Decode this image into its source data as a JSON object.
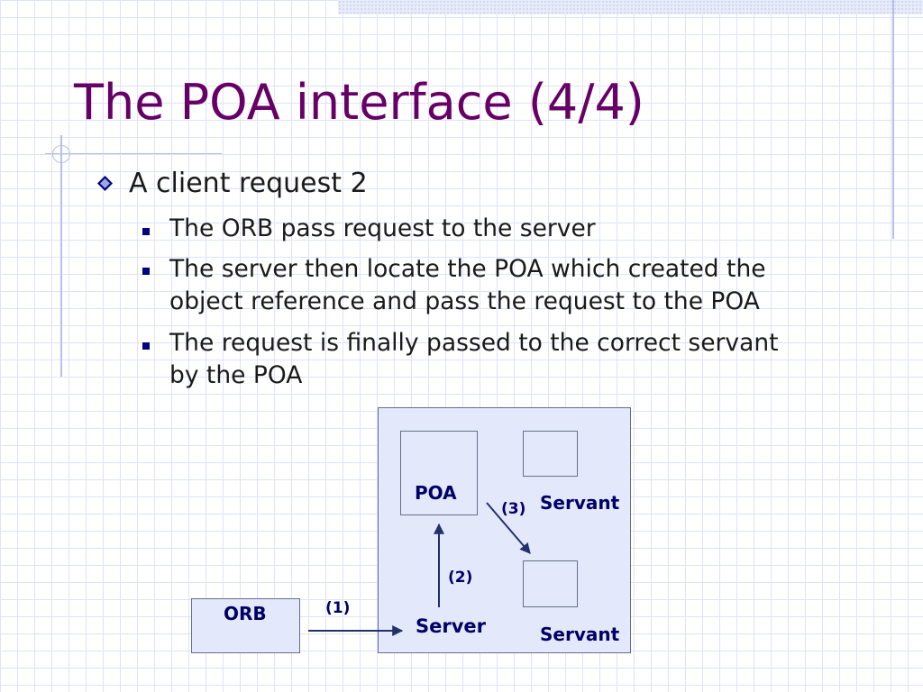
{
  "slide": {
    "title": "The POA interface (4/4)",
    "bullet_level1": "A client request 2",
    "bullets_level2": [
      {
        "line1": "The ORB pass request to the server",
        "line2": ""
      },
      {
        "line1": "The server then locate the POA which created the",
        "line2": "object reference and pass the request to the POA"
      },
      {
        "line1": "The request is finally passed to the correct servant",
        "line2": "by the POA"
      }
    ]
  },
  "diagram": {
    "orb_label": "ORB",
    "server_label": "Server",
    "poa_label": "POA",
    "servant_label_top": "Servant",
    "servant_label_bottom": "Servant",
    "step1": "(1)",
    "step2": "(2)",
    "step3": "(3)"
  },
  "colors": {
    "title": "#660066",
    "diagram_text": "#000066",
    "box_fill": "#e3e8fa",
    "bullet": "#000080"
  }
}
